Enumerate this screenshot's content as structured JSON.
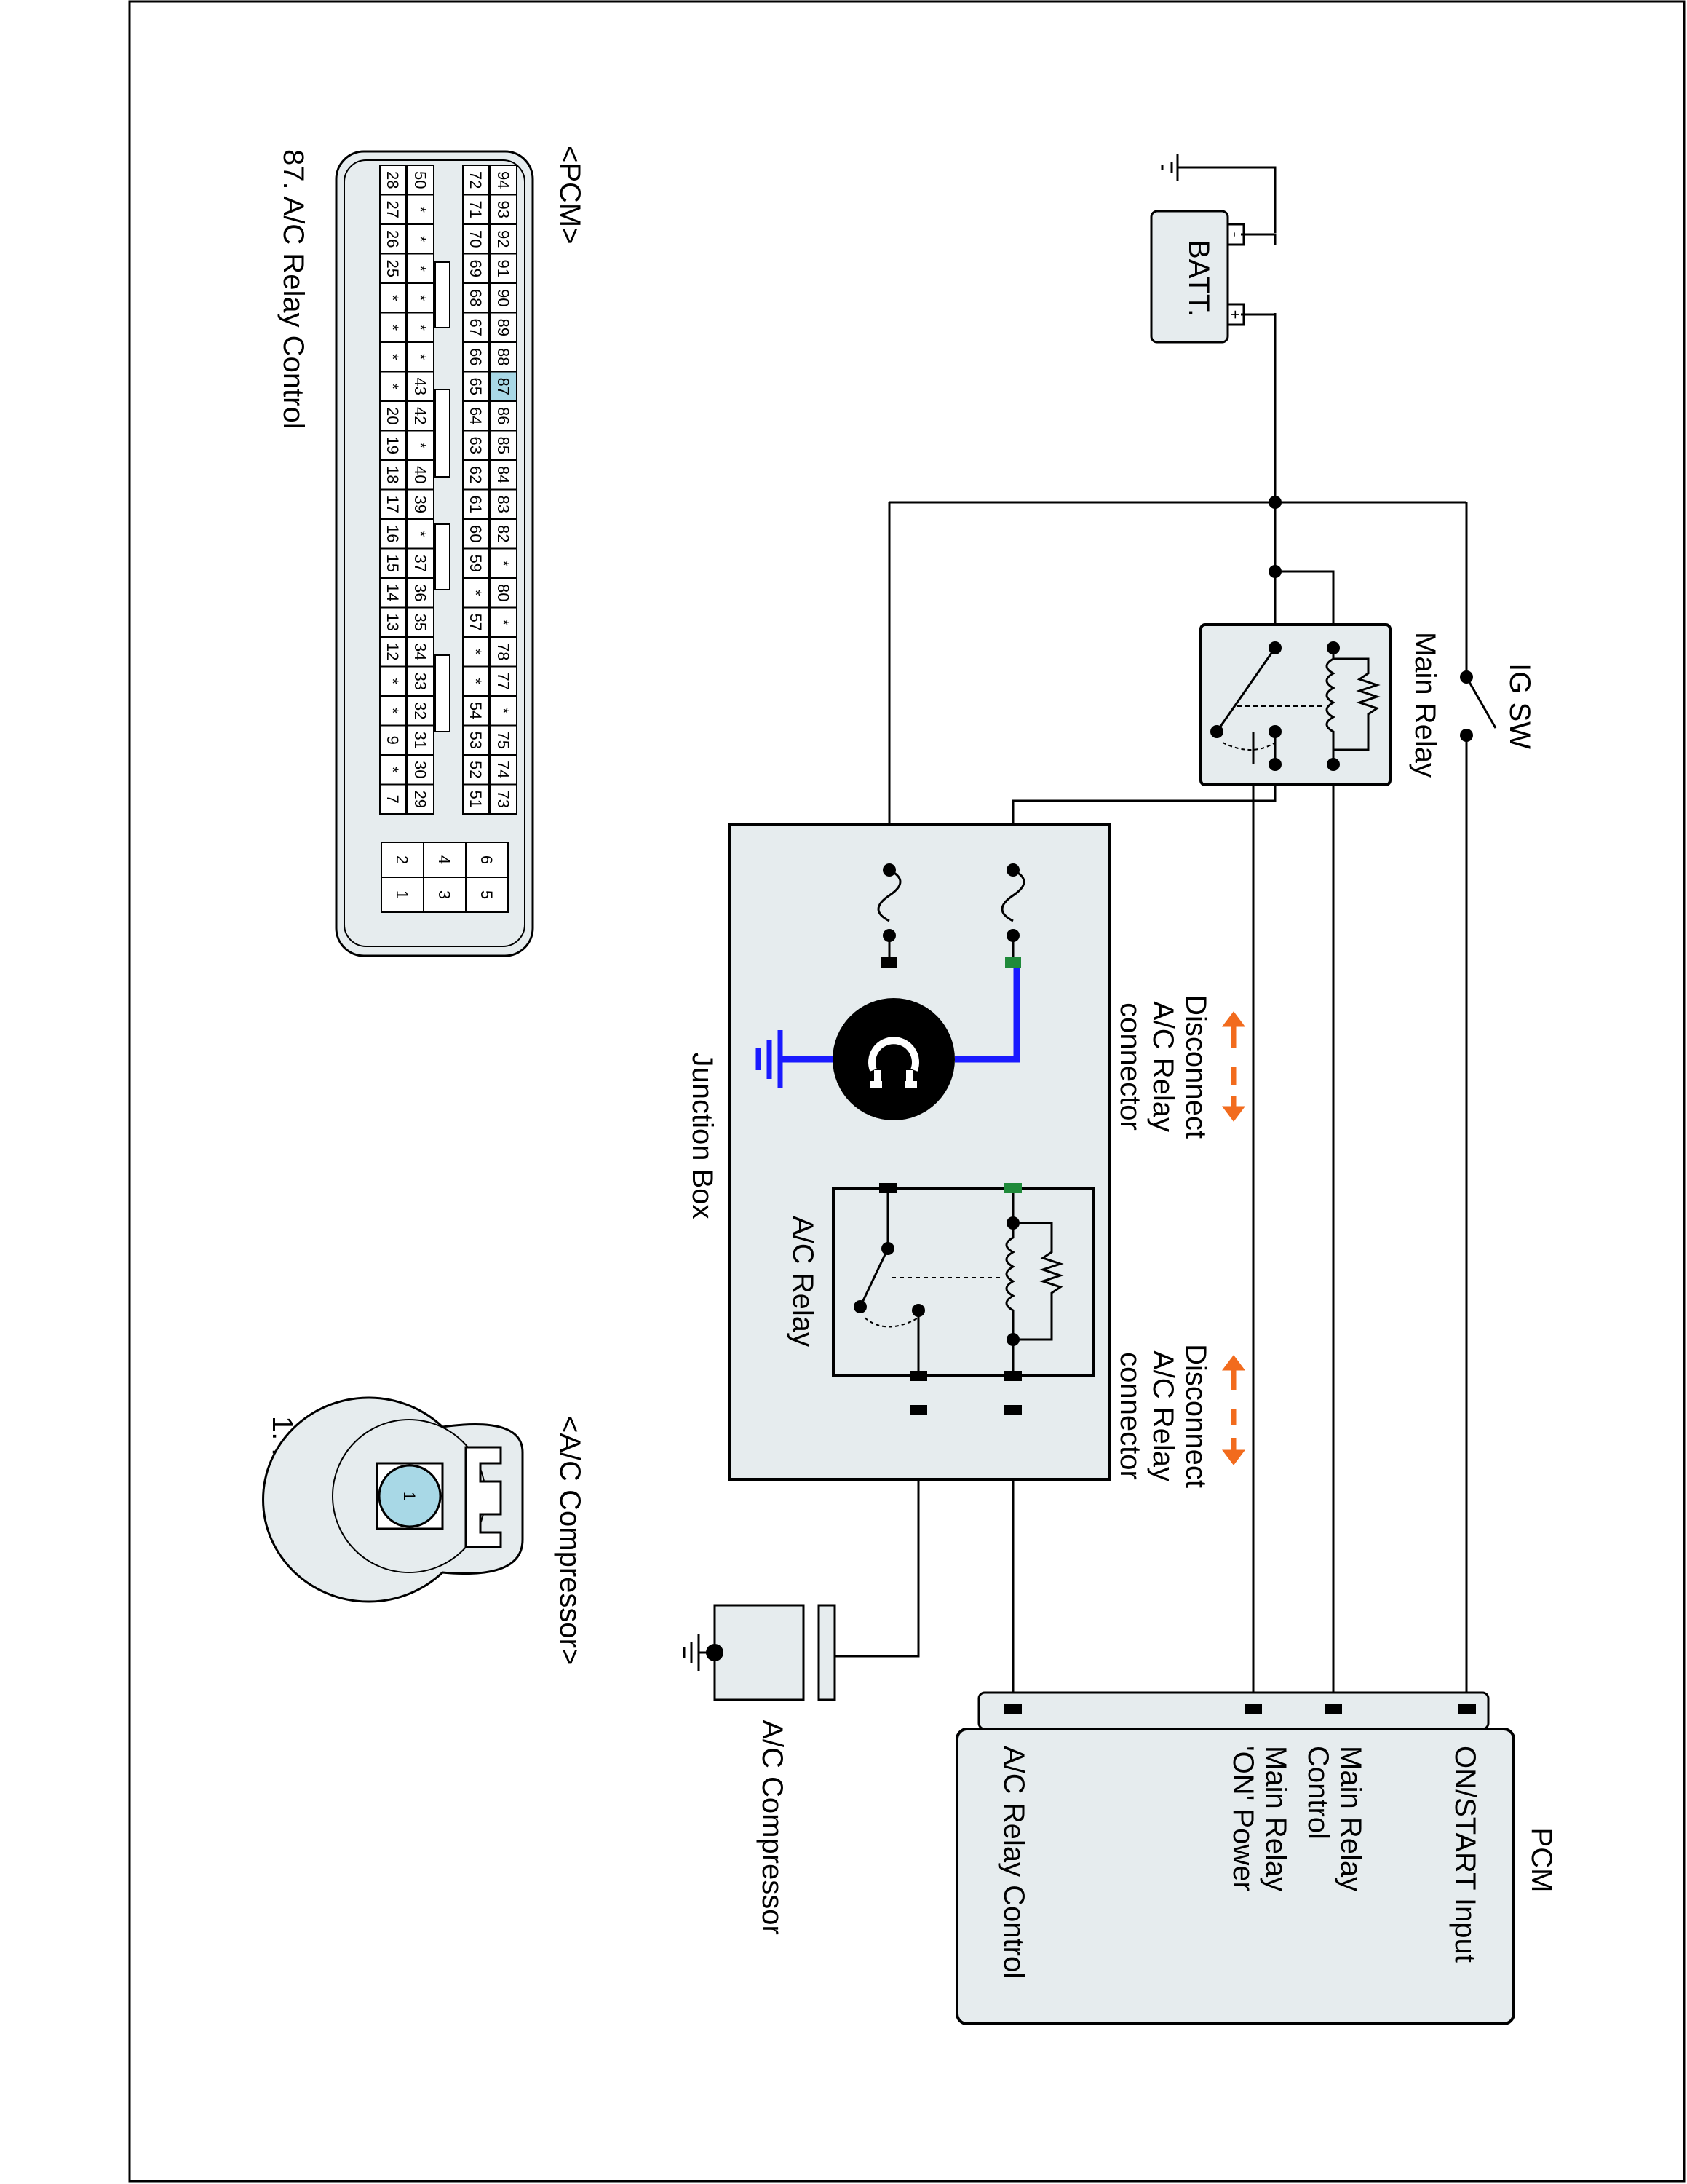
{
  "components": {
    "batt": "BATT.",
    "batt_plus": "+",
    "batt_minus": "-",
    "ig_sw": "IG SW",
    "main_relay": "Main Relay",
    "junction_box": "Junction Box",
    "ac_relay": "A/C Relay",
    "ac_compressor": "A/C Compressor",
    "pcm": "PCM"
  },
  "annotations": {
    "disconnect_1": [
      "Disconnect",
      "A/C Relay",
      "connector"
    ],
    "disconnect_2": [
      "Disconnect",
      "A/C Relay",
      "connector"
    ]
  },
  "pcm_pins": {
    "on_start": "ON/START Input",
    "main_relay_control": [
      "Main Relay",
      "Control"
    ],
    "main_relay_on_power": [
      "Main Relay",
      "'ON' Power"
    ],
    "ac_relay_control": "A/C Relay Control"
  },
  "connector_views": {
    "pcm_title": "<PCM>",
    "pcm_caption": "87. A/C Relay Control",
    "compressor_title": "<A/C Compressor>",
    "compressor_caption": "1. Power",
    "compressor_pin": "1",
    "highlighted_pin": "87"
  },
  "pcm_connector": {
    "rows": [
      [
        "94",
        "93",
        "92",
        "91",
        "90",
        "89",
        "88",
        "87",
        "86",
        "85",
        "84",
        "83",
        "82",
        "*",
        "80",
        "*",
        "78",
        "77",
        "*",
        "75",
        "74",
        "73"
      ],
      [
        "72",
        "71",
        "70",
        "69",
        "68",
        "67",
        "66",
        "65",
        "64",
        "63",
        "62",
        "61",
        "60",
        "59",
        "*",
        "57",
        "*",
        "*",
        "54",
        "53",
        "52",
        "51"
      ],
      [
        "50",
        "*",
        "*",
        "*",
        "*",
        "*",
        "*",
        "43",
        "42",
        "*",
        "40",
        "39",
        "*",
        "37",
        "36",
        "35",
        "34",
        "33",
        "32",
        "31",
        "30",
        "29"
      ],
      [
        "28",
        "27",
        "26",
        "25",
        "*",
        "*",
        "*",
        "*",
        "20",
        "19",
        "18",
        "17",
        "16",
        "15",
        "14",
        "13",
        "12",
        "*",
        "*",
        "9",
        "*",
        "7"
      ]
    ],
    "small_block": [
      [
        "6",
        "5"
      ],
      [
        "4",
        "3"
      ],
      [
        "2",
        "1"
      ]
    ]
  },
  "colors": {
    "wire": "#000000",
    "lamp_wire": "#1a1aff",
    "terminal_green": "#1f8a3a",
    "arrow": "#f26b1d",
    "box_fill": "#e6ecee",
    "pin_highlight": "#a8d8e6"
  }
}
